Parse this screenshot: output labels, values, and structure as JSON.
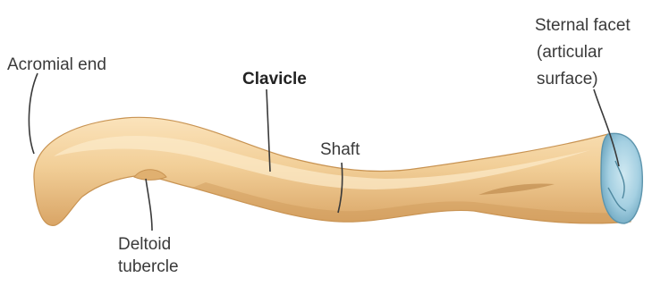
{
  "figure": {
    "title": "Clavicle",
    "labels": {
      "acromial_end": "Acromial end",
      "deltoid_tubercle_line1": "Deltoid",
      "deltoid_tubercle_line2": "tubercle",
      "shaft": "Shaft",
      "sternal_facet_line1": "Sternal facet",
      "sternal_facet_line2": "(articular",
      "sternal_facet_line3": "surface)"
    },
    "colors": {
      "bone": "#f1cf9a",
      "bone_shadow": "#d8a566",
      "bone_highlight": "#fbe6c1",
      "articular_surface": "#a9d3e3",
      "articular_dark": "#6aa6bf"
    }
  }
}
